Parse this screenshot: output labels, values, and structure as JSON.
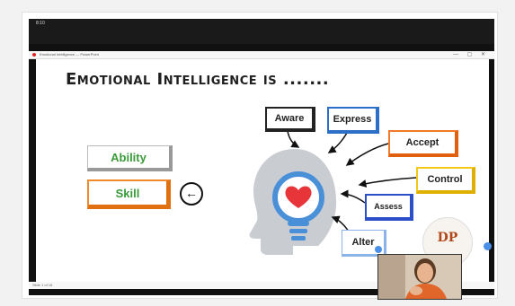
{
  "topbar": {
    "time": "8:10"
  },
  "window": {
    "title": "Emotional Intelligence — PowerPoint",
    "controls": "— ▢ ✕"
  },
  "slide": {
    "title": "Emotional Intelligence is .......",
    "left_labels": [
      "Ability",
      "Skill"
    ],
    "tags": {
      "aware": "Aware",
      "express": "Express",
      "accept": "Accept",
      "control": "Control",
      "assess": "Assess",
      "alter": "Alter"
    },
    "logo_text": "DP"
  },
  "statusbar": {
    "left": "Slide 1 of 18"
  },
  "colors": {
    "heart": "#e8353a",
    "bulb": "#4a90d9",
    "head": "#c9ccd1",
    "green_text": "#3a9a3a",
    "orange": "#f07a2a"
  },
  "icons": [
    "left-arrow-circle-icon",
    "head-lightbulb-icon",
    "heart-icon",
    "logo-icon",
    "record-dot-icon"
  ]
}
